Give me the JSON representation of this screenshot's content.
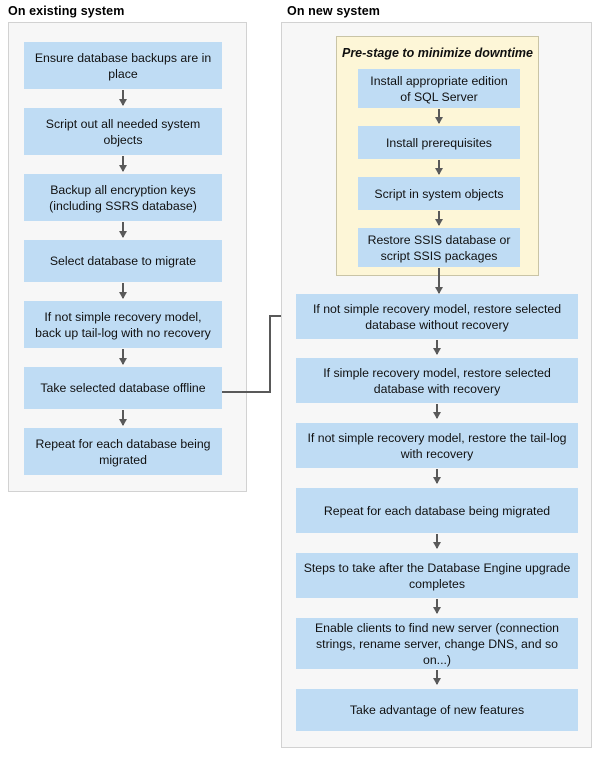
{
  "diagram": {
    "type": "flowchart",
    "title_left": "On existing system",
    "title_right": "On new system",
    "colors": {
      "node_fill": "#bfdcf4",
      "panel_fill": "#f7f7f7",
      "panel_border": "#d2d2d2",
      "prestage_fill": "#fdf6d7",
      "prestage_border": "#c9c4a6",
      "connector": "#595959",
      "text": "#101010"
    }
  },
  "left_column": {
    "title": "On existing system",
    "nodes": [
      {
        "id": "ensure-backups",
        "label": "Ensure database backups are in place"
      },
      {
        "id": "script-system-objects",
        "label": "Script out all needed system objects"
      },
      {
        "id": "backup-encryption-keys",
        "label": "Backup all encryption keys (including SSRS database)"
      },
      {
        "id": "select-database",
        "label": "Select database to migrate"
      },
      {
        "id": "backup-tail-log",
        "label": "If not simple recovery model, back up tail-log with no recovery"
      },
      {
        "id": "take-offline",
        "label": "Take selected database offline"
      },
      {
        "id": "repeat-each-database",
        "label": "Repeat for each database being migrated"
      }
    ]
  },
  "right_column": {
    "title": "On new system",
    "prestage": {
      "title": "Pre-stage to minimize downtime",
      "nodes": [
        {
          "id": "install-sql-server",
          "label": "Install appropriate edition of SQL Server"
        },
        {
          "id": "install-prerequisites",
          "label": "Install prerequisites"
        },
        {
          "id": "script-in-system-objects",
          "label": "Script in system objects"
        },
        {
          "id": "restore-ssis",
          "label": "Restore SSIS database or script SSIS packages"
        }
      ]
    },
    "nodes": [
      {
        "id": "restore-without-recovery",
        "label": "If not simple recovery model, restore selected database without recovery"
      },
      {
        "id": "restore-with-recovery",
        "label": "If simple recovery model, restore selected database with recovery"
      },
      {
        "id": "restore-tail-log",
        "label": "If not simple recovery model, restore the tail-log with recovery"
      },
      {
        "id": "repeat-each-database",
        "label": "Repeat for each database being migrated"
      },
      {
        "id": "post-upgrade-steps",
        "label": "Steps to take after the Database Engine upgrade completes"
      },
      {
        "id": "enable-clients",
        "label": "Enable clients to find new server (connection strings, rename server, change DNS, and so on...)"
      },
      {
        "id": "new-features",
        "label": "Take advantage of new features"
      }
    ]
  },
  "cross_connector": {
    "from": "take-offline",
    "to": "restore-without-recovery",
    "style": "elbow-with-arrow"
  }
}
